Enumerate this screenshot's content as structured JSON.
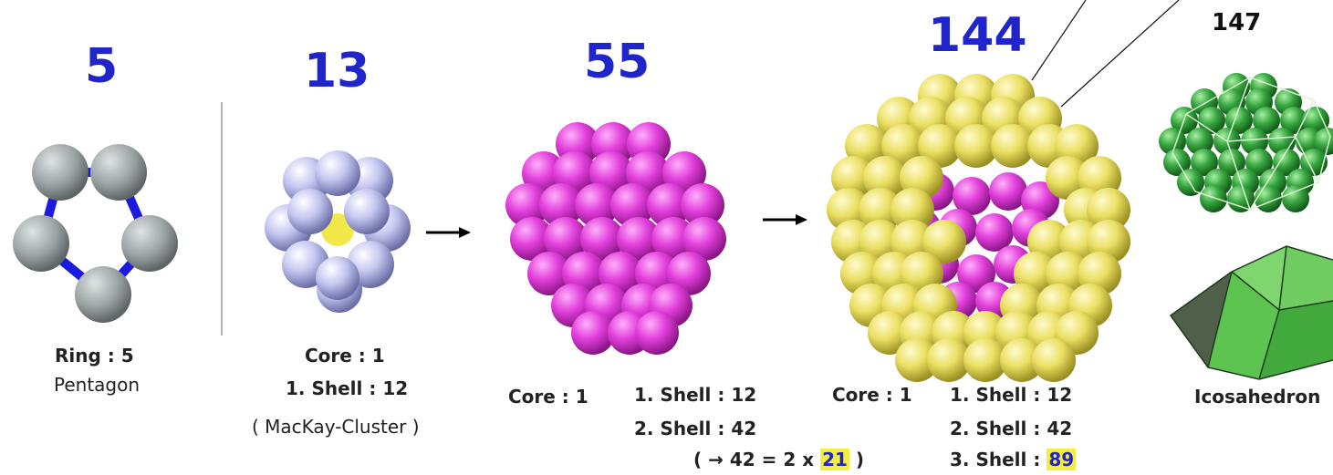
{
  "counts": {
    "ring": "5",
    "mackay": "13",
    "second": "55",
    "third": "144",
    "icosa": "147"
  },
  "ring": {
    "title": "Ring : 5",
    "subtitle": "Pentagon"
  },
  "mackay": {
    "core": "Core : 1",
    "shell1": "1. Shell : 12",
    "note": "( MacKay-Cluster )"
  },
  "second": {
    "core": "Core : 1",
    "shell1": "1. Shell : 12",
    "shell2": "2. Shell : 42",
    "note_prefix": "( → 42 = 2 x ",
    "note_value": "21",
    "note_suffix": " )"
  },
  "third": {
    "core": "Core : 1",
    "shell1": "1. Shell : 12",
    "shell2": "2. Shell : 42",
    "shell3_prefix": "3. Shell : ",
    "shell3_value": "89"
  },
  "icosa": {
    "label": "Icosahedron"
  },
  "colors": {
    "number": "#1f25c9",
    "highlight": "#f4ef3c",
    "ring_atom": "#8f9799",
    "ring_bond": "#1a1ae0",
    "mackay_atom": "#b9bbe8",
    "core_atom": "#f3e84a",
    "magenta_atom": "#e03ad9",
    "yellow_atom": "#ece263",
    "green_cluster": "#2f9a3a",
    "green_face": "#62cc55"
  },
  "icons": [
    "pentagon-ring",
    "mackay-cluster",
    "magenta-cluster",
    "yellow-cluster",
    "icosahedron-cluster",
    "icosahedron-solid",
    "arrow-right"
  ]
}
